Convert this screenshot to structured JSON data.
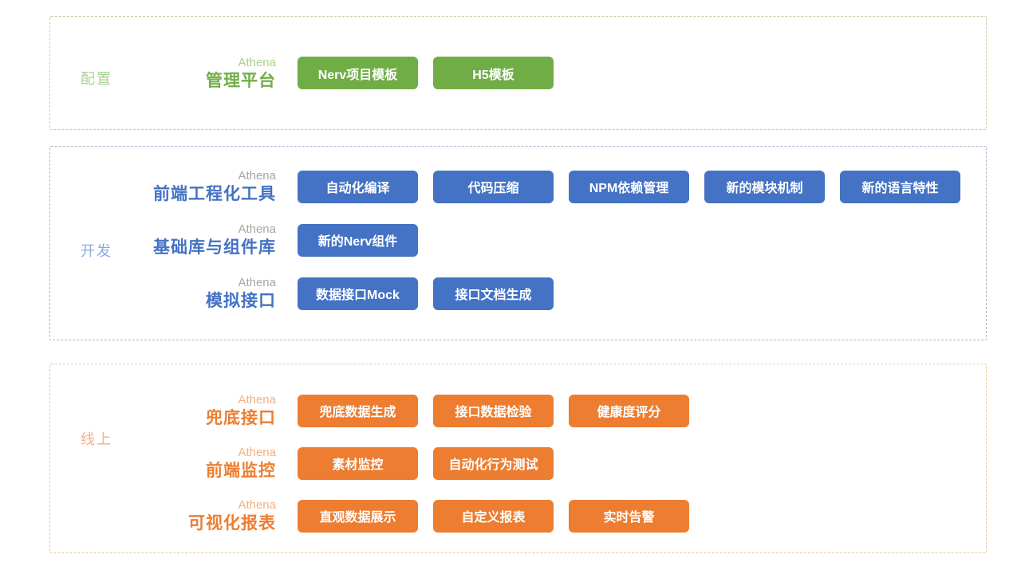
{
  "palette": {
    "green": "#70AD47",
    "green_light": "#A9D18E",
    "green_border": "#C4CCA4",
    "blue": "#4472C4",
    "blue_light": "#8FAADC",
    "blue_border": "#ABB5CF",
    "orange": "#ED7D31",
    "orange_light": "#F4B183",
    "orange_border": "#EEC9A0",
    "gray_brand": "#A6A6A6",
    "chip_text": "#FFFFFF"
  },
  "sections": [
    {
      "id": "config",
      "label": "配置",
      "rows": [
        {
          "brand": "Athena",
          "title": "管理平台",
          "buttons": [
            "Nerv项目模板",
            "H5模板"
          ]
        }
      ]
    },
    {
      "id": "dev",
      "label": "开发",
      "rows": [
        {
          "brand": "Athena",
          "title": "前端工程化工具",
          "buttons": [
            "自动化编译",
            "代码压缩",
            "NPM依赖管理",
            "新的模块机制",
            "新的语言特性"
          ]
        },
        {
          "brand": "Athena",
          "title": "基础库与组件库",
          "buttons": [
            "新的Nerv组件"
          ]
        },
        {
          "brand": "Athena",
          "title": "模拟接口",
          "buttons": [
            "数据接口Mock",
            "接口文档生成"
          ]
        }
      ]
    },
    {
      "id": "online",
      "label": "线上",
      "rows": [
        {
          "brand": "Athena",
          "title": "兜底接口",
          "buttons": [
            "兜底数据生成",
            "接口数据检验",
            "健康度评分"
          ]
        },
        {
          "brand": "Athena",
          "title": "前端监控",
          "buttons": [
            "素材监控",
            "自动化行为测试"
          ]
        },
        {
          "brand": "Athena",
          "title": "可视化报表",
          "buttons": [
            "直观数据展示",
            "自定义报表",
            "实时告警"
          ]
        }
      ]
    }
  ]
}
